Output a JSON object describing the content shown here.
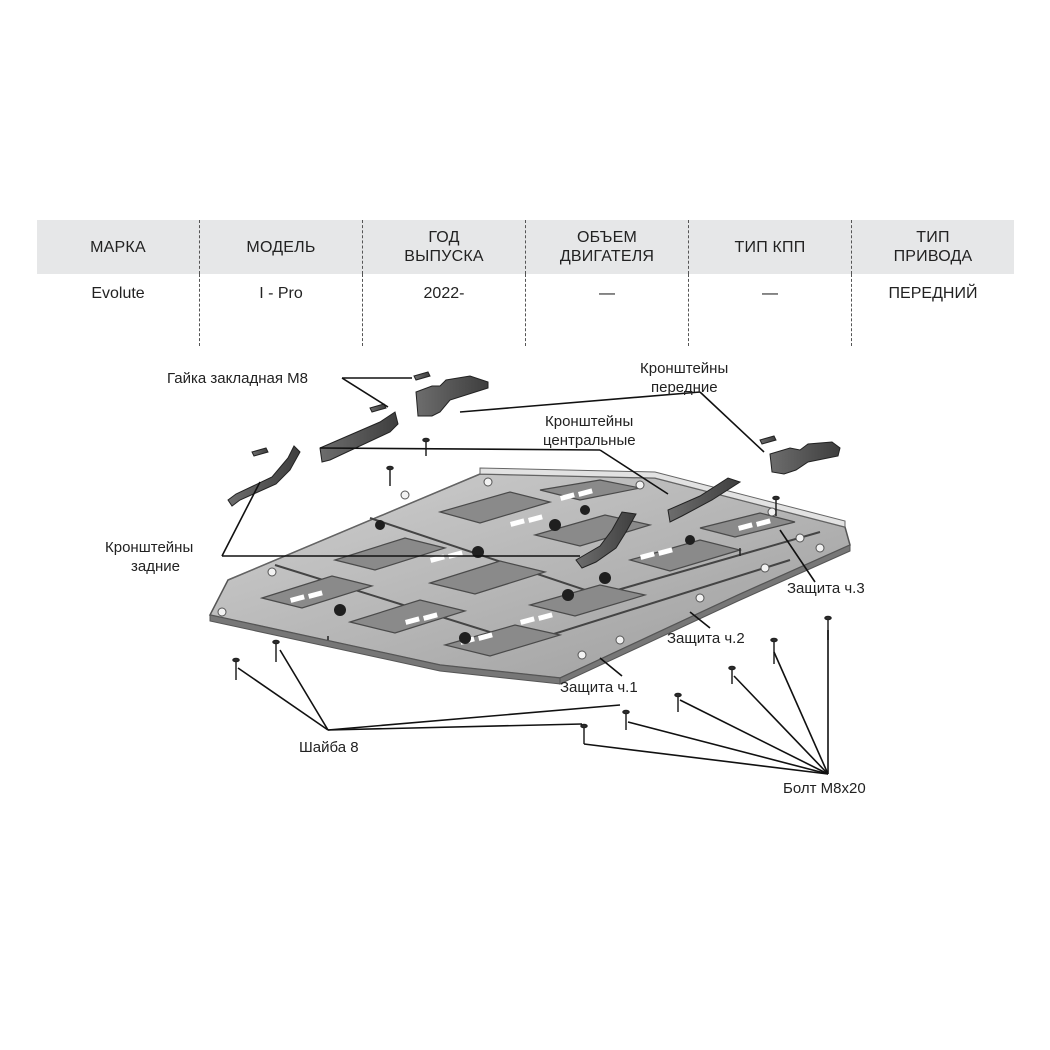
{
  "table": {
    "headers": [
      "МАРКА",
      "МОДЕЛЬ",
      "ГОД\nВЫПУСКА",
      "ОБЪЕМ\nДВИГАТЕЛЯ",
      "ТИП КПП",
      "ТИП\nПРИВОДА"
    ],
    "row": [
      "Evolute",
      "I - Pro",
      "2022-",
      "—",
      "—",
      "ПЕРЕДНИЙ"
    ]
  },
  "diagram": {
    "labels": {
      "nut": "Гайка закладная М8",
      "front_brackets_1": "Кронштейны",
      "front_brackets_2": "передние",
      "central_brackets_1": "Кронштейны",
      "central_brackets_2": "центральные",
      "rear_brackets_1": "Кронштейны",
      "rear_brackets_2": "задние",
      "part3": "Защита ч.3",
      "part2": "Защита ч.2",
      "part1": "Защита ч.1",
      "washer": "Шайба 8",
      "bolt": "Болт М8х20"
    }
  }
}
